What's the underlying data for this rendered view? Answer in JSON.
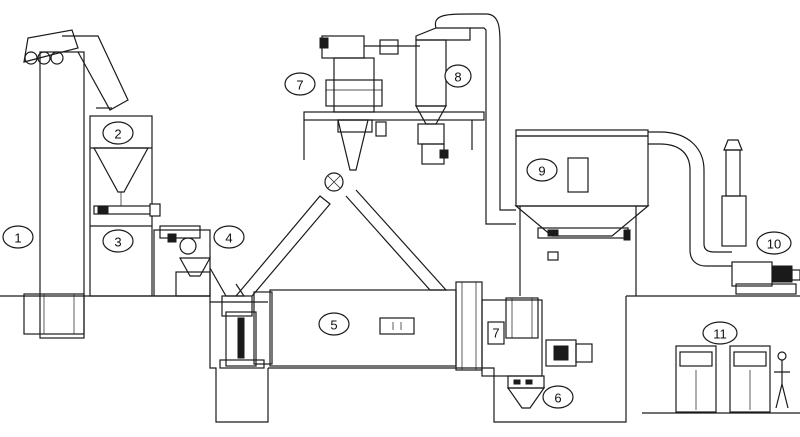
{
  "diagram": {
    "stroke_color": "#1a1a1a",
    "background_color": "#ffffff",
    "labels": [
      "1",
      "2",
      "3",
      "4",
      "5",
      "6",
      "7",
      "7",
      "8",
      "9",
      "10",
      "11"
    ]
  }
}
